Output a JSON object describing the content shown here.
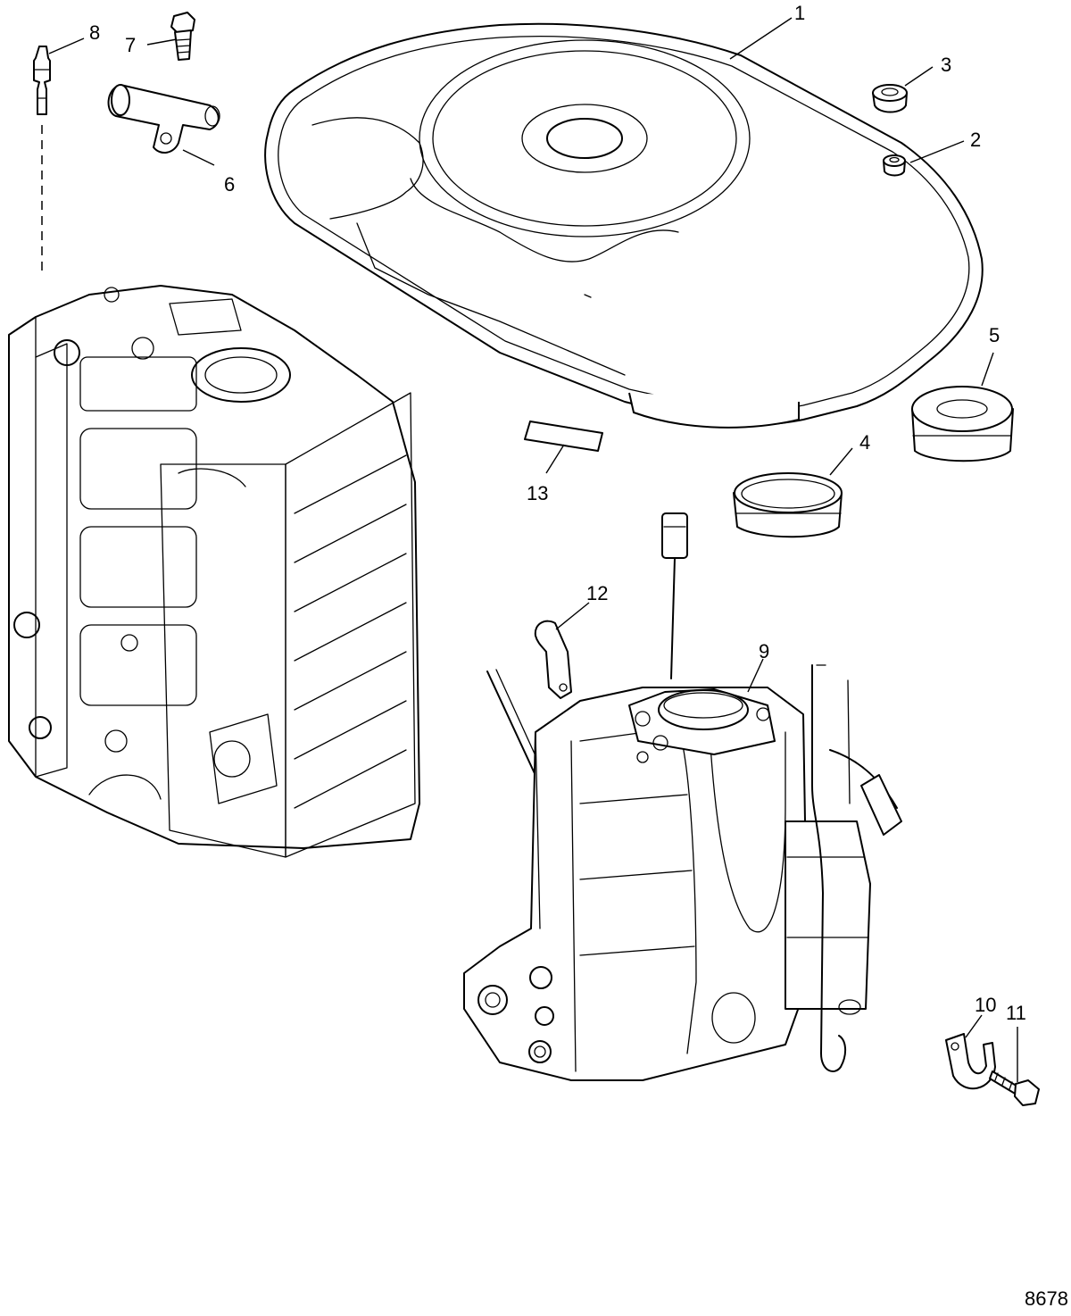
{
  "callouts": {
    "c1": "1",
    "c2": "2",
    "c3": "3",
    "c4": "4",
    "c5": "5",
    "c6": "6",
    "c7": "7",
    "c8": "8",
    "c9": "9",
    "c10": "10",
    "c11": "11",
    "c12": "12",
    "c13": "13"
  },
  "figure_number": "8678",
  "colors": {
    "line": "#000000",
    "background": "#ffffff"
  }
}
